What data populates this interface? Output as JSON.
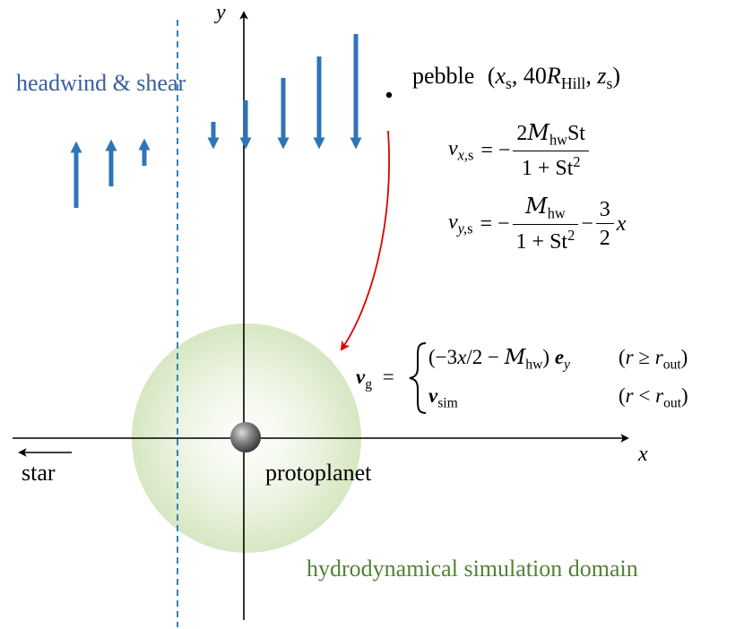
{
  "axes": {
    "x_label": "x",
    "y_label": "y"
  },
  "labels": {
    "headwind": "headwind & shear",
    "pebble": "pebble",
    "star": "star",
    "protoplanet": "protoplanet",
    "domain": "hydrodynamical simulation domain"
  },
  "pebble_position": {
    "open": "(",
    "x": "x",
    "x_sub": "s",
    "comma1": ", ",
    "coef": "40",
    "R": "R",
    "R_sub": "Hill",
    "comma2": ", ",
    "z": "z",
    "z_sub": "s",
    "close": ")"
  },
  "eq_vx": {
    "lhs_var": "v",
    "lhs_sub": "x,",
    "lhs_sub2": "s",
    "equals": "= −",
    "num_coef": "2",
    "num_M": "M",
    "num_M_sub": "hw",
    "num_St": "St",
    "den_one": "1 + ",
    "den_St": "St",
    "den_exp": "2"
  },
  "eq_vy": {
    "lhs_var": "v",
    "lhs_sub": "y,",
    "lhs_sub2": "s",
    "equals": "= −",
    "num_M": "M",
    "num_M_sub": "hw",
    "den_one": "1 + ",
    "den_St": "St",
    "den_exp": "2",
    "minus": "−",
    "num2": "3",
    "den2": "2",
    "tail_var": "x"
  },
  "eq_vg": {
    "lhs_var": "v",
    "lhs_sub": "g",
    "equals": "=",
    "case1_open": "(−3",
    "case1_x": "x",
    "case1_mid": "/2 − ",
    "case1_M": "M",
    "case1_M_sub": "hw",
    "case1_close": ") ",
    "case1_e": "e",
    "case1_e_sub": "y",
    "cond1_open": "(",
    "cond1_r": "r",
    "cond1_op": " ≥ ",
    "cond1_r2": "r",
    "cond1_sub": "out",
    "cond1_close": ")",
    "case2_v": "v",
    "case2_sub": "sim",
    "cond2_open": "(",
    "cond2_r": "r",
    "cond2_op": " < ",
    "cond2_r2": "r",
    "cond2_sub": "out",
    "cond2_close": ")"
  },
  "colors": {
    "headwind_blue": "#2e75b6",
    "headwind_text": "#3a5f9e",
    "domain_green": "#538135",
    "trajectory_red": "#e00000",
    "domain_fill": "#d9e8c6",
    "dashed_line": "#2e86b8",
    "protoplanet_gray": "#6f6f6f"
  }
}
